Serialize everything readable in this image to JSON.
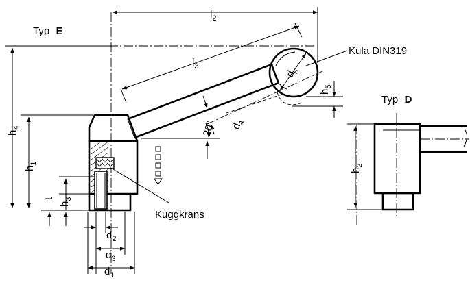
{
  "labels": {
    "type_e_prefix": "Typ",
    "type_e_letter": "E",
    "type_d_prefix": "Typ",
    "type_d_letter": "D",
    "ball": "Kula DIN319",
    "gear_ring": "Kuggkrans",
    "angle": "20°"
  },
  "dimensions": {
    "l2": {
      "base": "l",
      "sub": "2"
    },
    "l3": {
      "base": "l",
      "sub": "3"
    },
    "d5": {
      "base": "d",
      "sub": "5"
    },
    "h5": {
      "base": "h",
      "sub": "5"
    },
    "d4": {
      "base": "d",
      "sub": "4"
    },
    "h4": {
      "base": "h",
      "sub": "4"
    },
    "h1": {
      "base": "h",
      "sub": "1"
    },
    "t": {
      "base": "t",
      "sub": ""
    },
    "h3": {
      "base": "h",
      "sub": "3"
    },
    "h2": {
      "base": "h",
      "sub": "2"
    },
    "d2": {
      "base": "d",
      "sub": "2"
    },
    "d3": {
      "base": "d",
      "sub": "3"
    },
    "d1": {
      "base": "d",
      "sub": "1"
    }
  }
}
